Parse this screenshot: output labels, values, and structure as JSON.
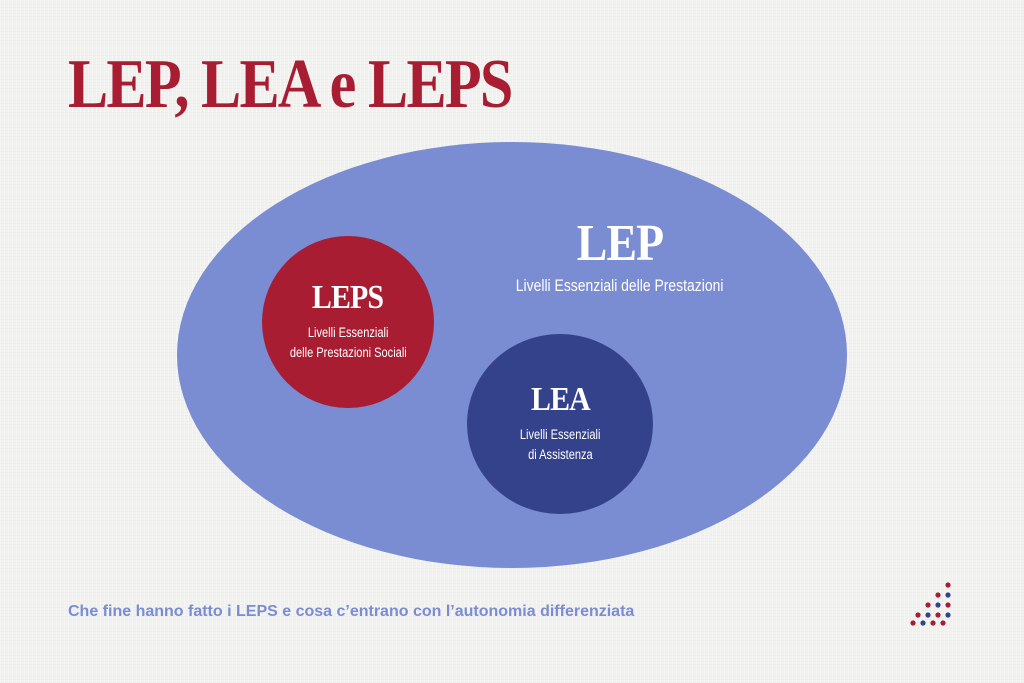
{
  "title": "LEP, LEA e LEPS",
  "lep": {
    "acronym": "LEP",
    "description": "Livelli Essenziali  delle Prestazioni"
  },
  "leps": {
    "acronym": "LEPS",
    "line1": "Livelli Essenziali",
    "line2": "delle Prestazioni Sociali"
  },
  "lea": {
    "acronym": "LEA",
    "line1": "Livelli Essenziali",
    "line2": "di Assistenza"
  },
  "footer": "Che fine hanno fatto i LEPS e cosa c’entrano con l’autonomia differenziata",
  "colors": {
    "red": "#a81d32",
    "lep_fill": "#7a8cd2",
    "lea_fill": "#34428c",
    "background": "#f1f1f0"
  },
  "logo_icon": "dot-grid-logo-icon"
}
